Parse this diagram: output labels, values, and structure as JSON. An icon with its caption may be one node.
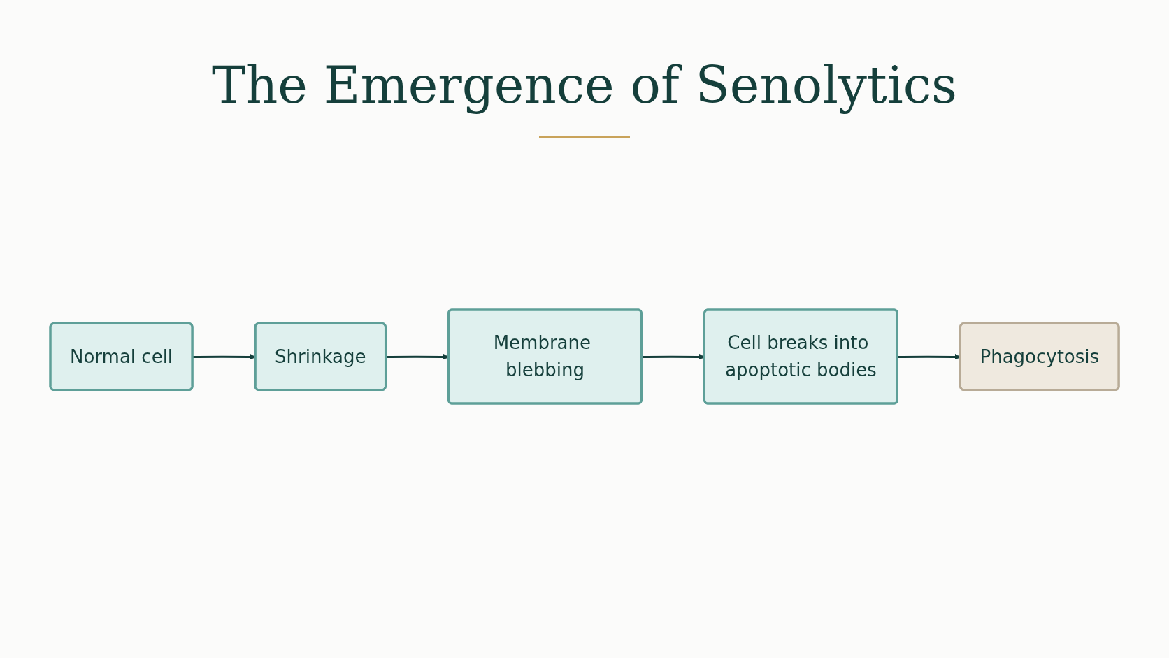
{
  "diagram": {
    "title": "The Emergence of Senolytics",
    "nodes": [
      {
        "text": [
          "Normal cell"
        ]
      },
      {
        "text": [
          "Shrinkage"
        ]
      },
      {
        "text": [
          "Membrane blebbing"
        ]
      },
      {
        "text": [
          "Cell breaks into apoptotic bodies"
        ]
      },
      {
        "text": [
          "Phagocytosis"
        ]
      }
    ],
    "edges": [
      {
        "from": 0,
        "to": 1,
        "arrow": "to"
      },
      {
        "from": 1,
        "to": 2,
        "arrow": "to"
      },
      {
        "from": 2,
        "to": 3,
        "arrow": "to"
      },
      {
        "from": 3,
        "to": 4,
        "arrow": "to"
      }
    ]
  }
}
